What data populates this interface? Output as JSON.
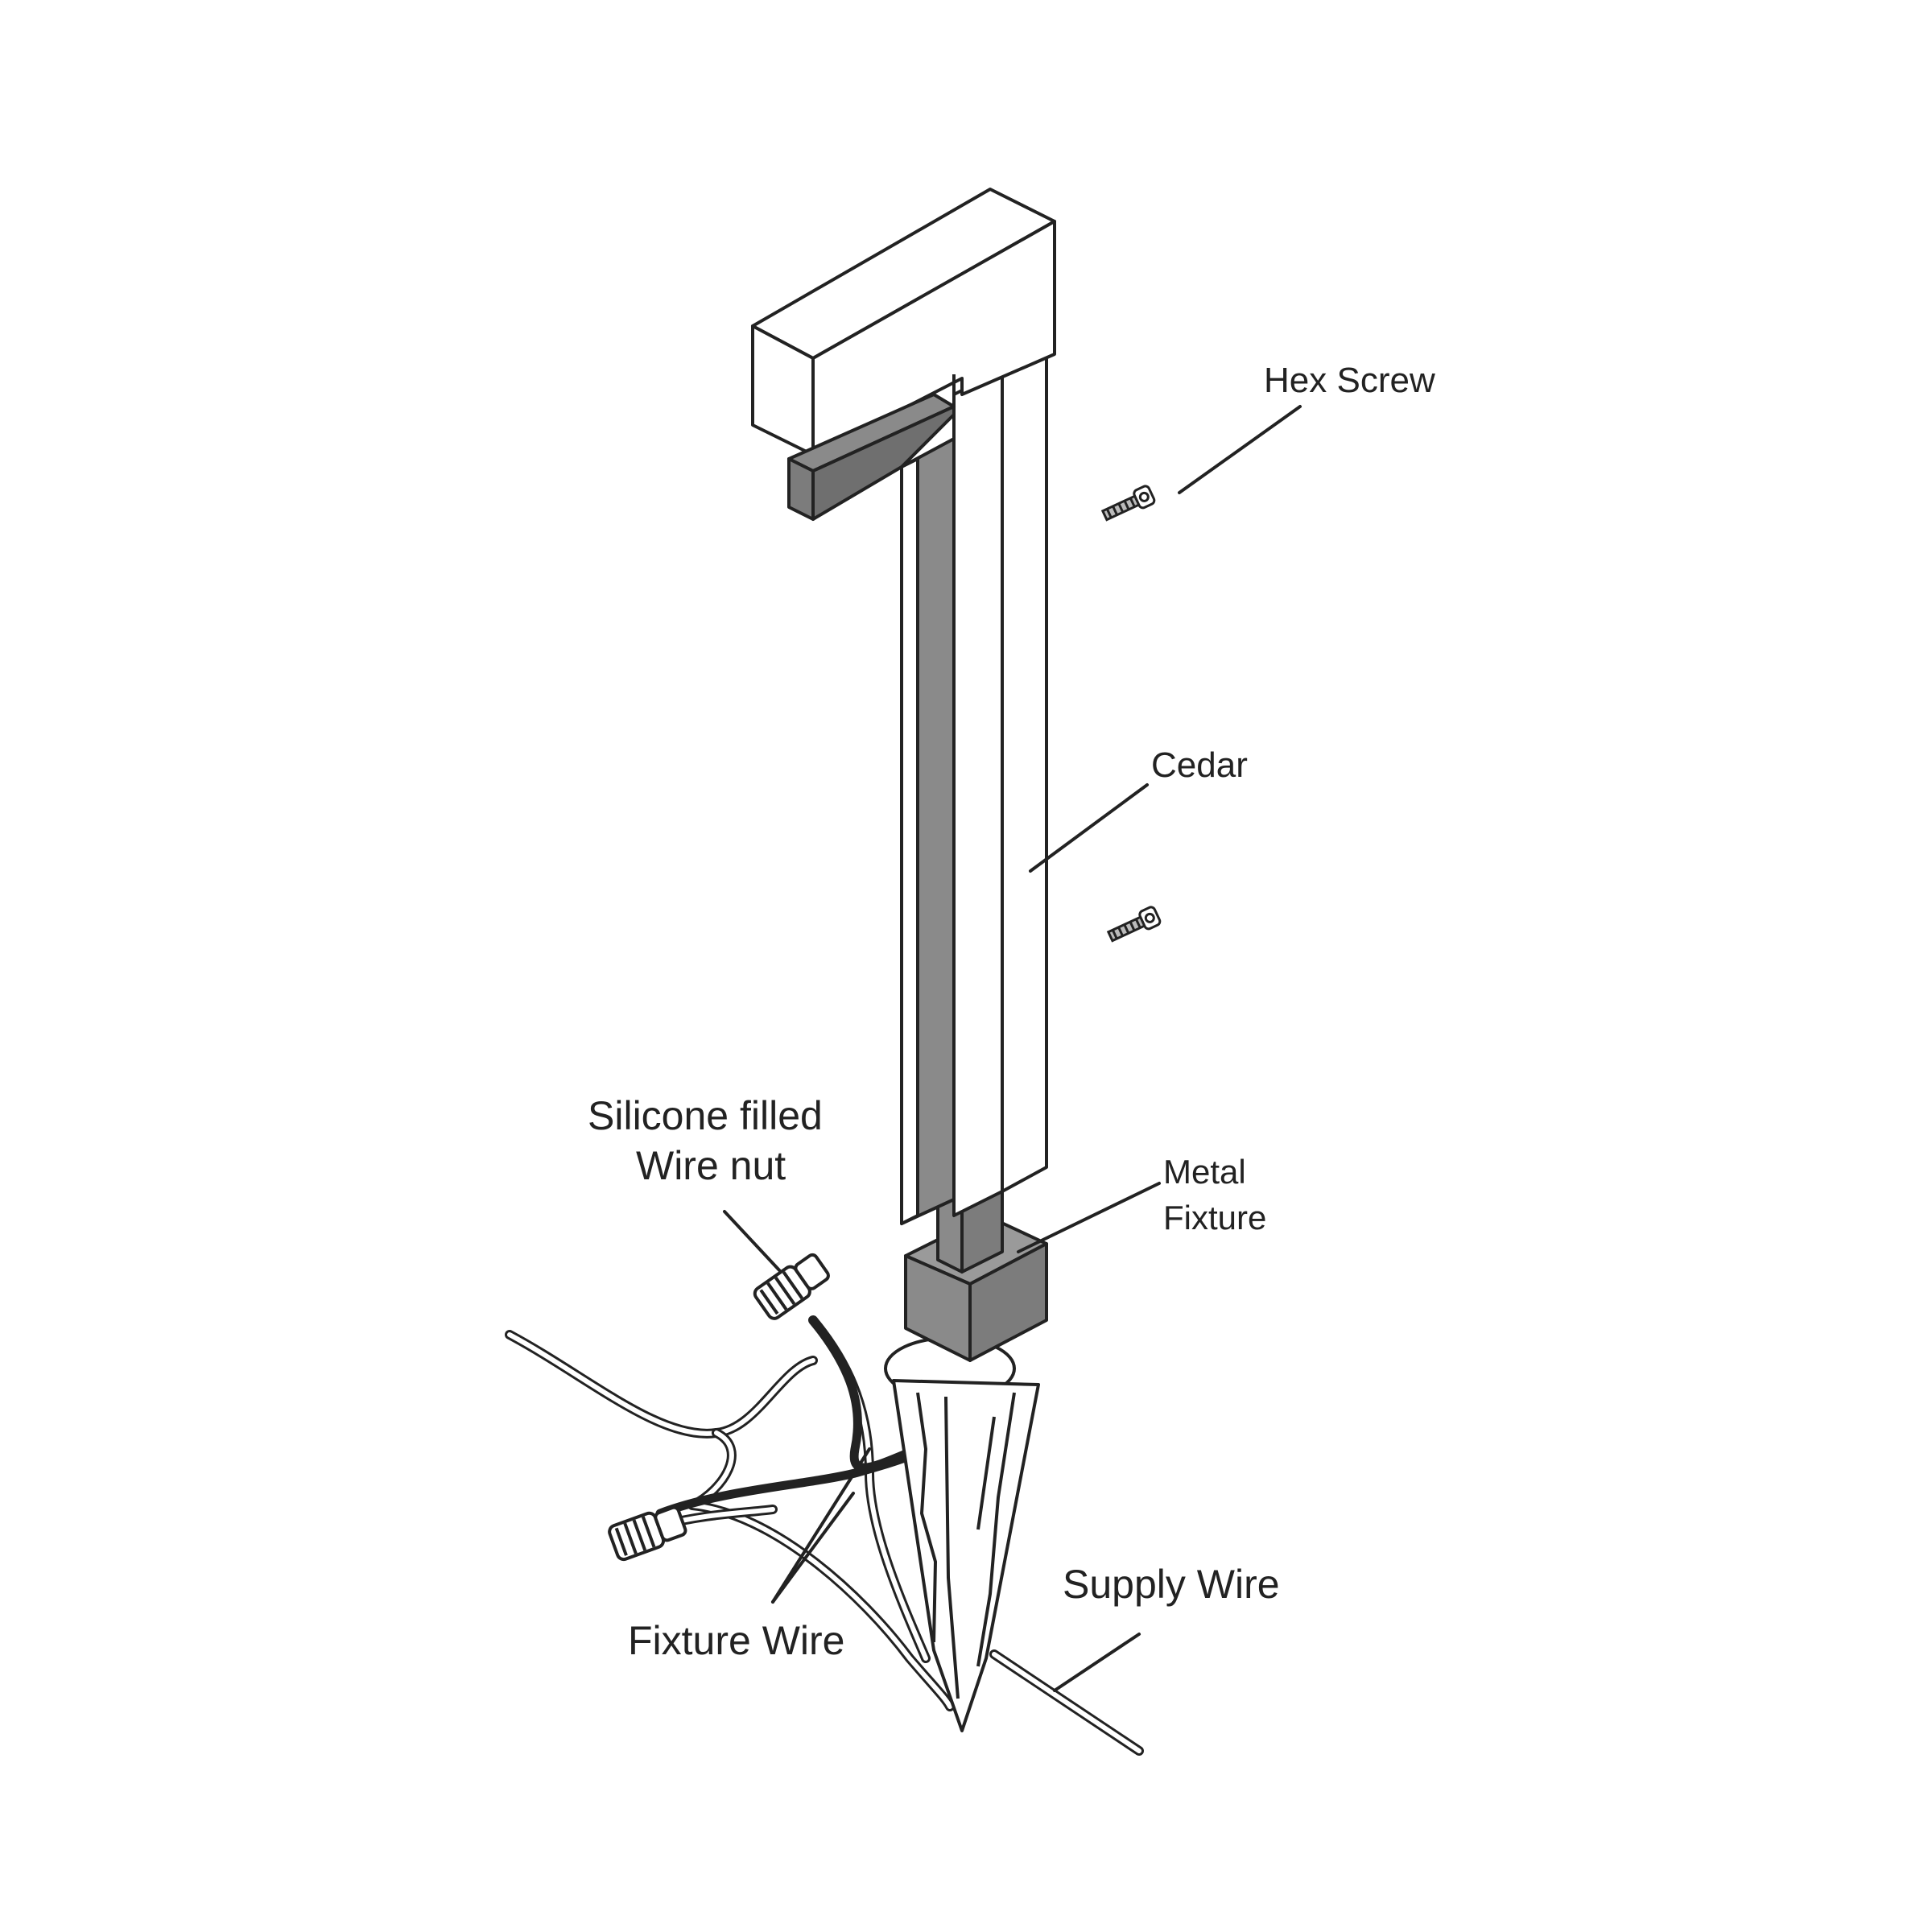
{
  "labels": {
    "hex_screw": "Hex Screw",
    "cedar": "Cedar",
    "silicone_line1": "Silicone filled",
    "silicone_line2": "Wire nut",
    "metal_line1": "Metal",
    "metal_line2": "Fixture",
    "supply_wire": "Supply Wire",
    "fixture_wire": "Fixture Wire"
  },
  "colors": {
    "outline": "#222222",
    "metal": "#8a8a8a",
    "metal_dark": "#6f6f6f",
    "background": "#ffffff"
  }
}
